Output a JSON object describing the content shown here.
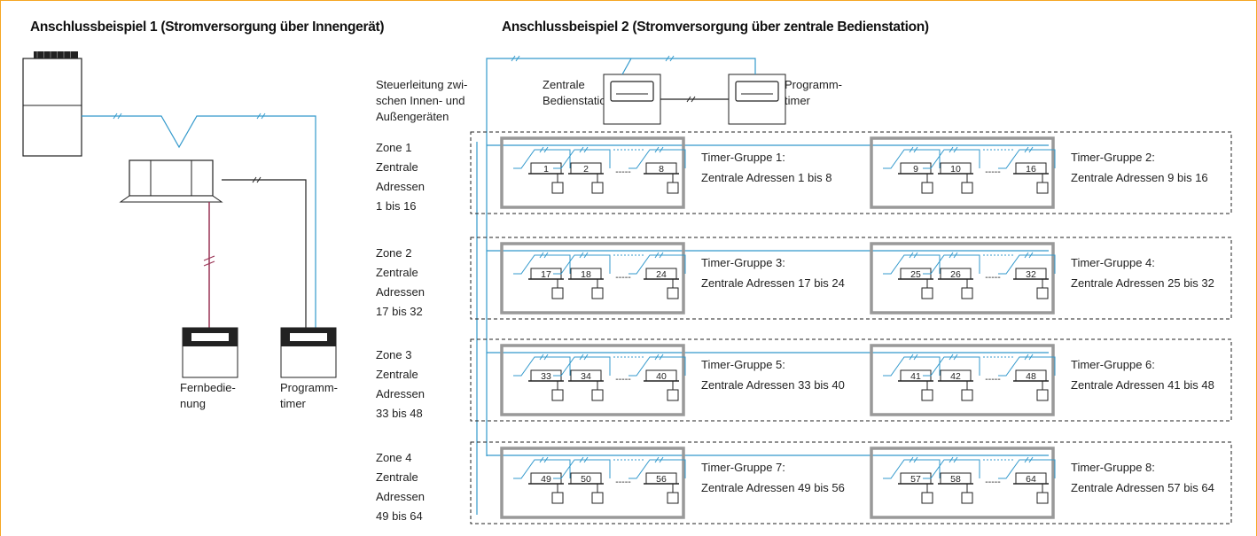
{
  "titles": {
    "example1": "Anschlussbeispiel 1 (Stromversorgung über Innengerät)",
    "example2": "Anschlussbeispiel 2 (Stromversorgung über zentrale Bedienstation)"
  },
  "colors": {
    "frame": "#F5A623",
    "control_line": "#3399CC",
    "remote_line": "#993355",
    "group_box": "#999999"
  },
  "example1": {
    "remote_label": [
      "Fernbedie-",
      "nung"
    ],
    "timer_label": [
      "Programm-",
      "timer"
    ]
  },
  "example2": {
    "control_line_label": [
      "Steuerleitung zwi-",
      "schen Innen- und",
      "Außengeräten"
    ],
    "central_station_label": [
      "Zentrale",
      "Bedienstation"
    ],
    "timer_label": [
      "Programm-",
      "timer"
    ],
    "unit_gap": "-----",
    "zones": [
      {
        "label": [
          "Zone 1",
          "Zentrale",
          "Adressen",
          "1 bis 16"
        ],
        "groups": [
          {
            "title": "Timer-Gruppe 1:",
            "desc": "Zentrale Adressen 1 bis 8",
            "units": [
              "1",
              "2",
              "8"
            ]
          },
          {
            "title": "Timer-Gruppe 2:",
            "desc": "Zentrale Adressen 9 bis 16",
            "units": [
              "9",
              "10",
              "16"
            ]
          }
        ]
      },
      {
        "label": [
          "Zone 2",
          "Zentrale",
          "Adressen",
          "17 bis 32"
        ],
        "groups": [
          {
            "title": "Timer-Gruppe 3:",
            "desc": "Zentrale Adressen 17 bis 24",
            "units": [
              "17",
              "18",
              "24"
            ]
          },
          {
            "title": "Timer-Gruppe 4:",
            "desc": "Zentrale Adressen 25 bis 32",
            "units": [
              "25",
              "26",
              "32"
            ]
          }
        ]
      },
      {
        "label": [
          "Zone 3",
          "Zentrale",
          "Adressen",
          "33 bis 48"
        ],
        "groups": [
          {
            "title": "Timer-Gruppe 5:",
            "desc": "Zentrale Adressen 33 bis 40",
            "units": [
              "33",
              "34",
              "40"
            ]
          },
          {
            "title": "Timer-Gruppe 6:",
            "desc": "Zentrale Adressen 41 bis 48",
            "units": [
              "41",
              "42",
              "48"
            ]
          }
        ]
      },
      {
        "label": [
          "Zone 4",
          "Zentrale",
          "Adressen",
          "49 bis 64"
        ],
        "groups": [
          {
            "title": "Timer-Gruppe 7:",
            "desc": "Zentrale Adressen 49 bis 56",
            "units": [
              "49",
              "50",
              "56"
            ]
          },
          {
            "title": "Timer-Gruppe 8:",
            "desc": "Zentrale Adressen 57 bis 64",
            "units": [
              "57",
              "58",
              "64"
            ]
          }
        ]
      }
    ]
  }
}
